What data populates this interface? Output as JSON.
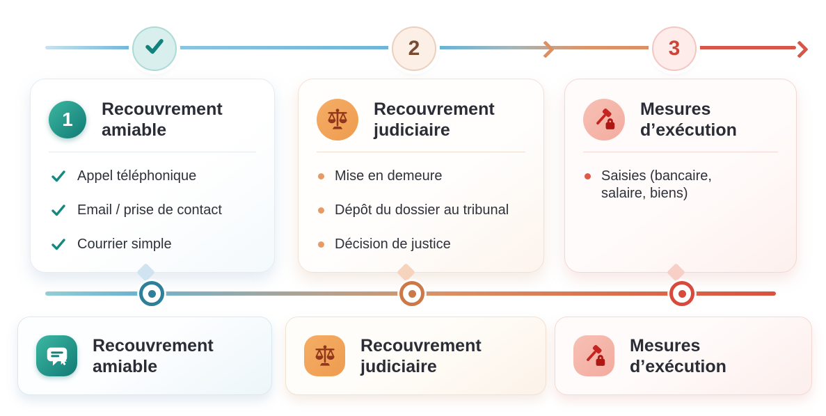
{
  "timeline_top": {
    "step1": "check",
    "step2": "2",
    "step3": "3"
  },
  "cards": [
    {
      "number": "1",
      "title": "Recouvrement amiable",
      "items": [
        "Appel téléphonique",
        "Email / prise de contact",
        "Courrier simple"
      ]
    },
    {
      "icon": "scales-of-justice",
      "title": "Recouvrement judiciaire",
      "items": [
        "Mise en demeure",
        "Dépôt du dossier au tribunal",
        "Décision de justice"
      ]
    },
    {
      "icon": "gavel-with-lock",
      "title": "Mesures d’exécution",
      "items": [
        "Saisies (bancaire, salaire, biens)"
      ]
    }
  ],
  "bottom_cards": [
    {
      "icon": "chat-bubble",
      "title": "Recouvrement amiable"
    },
    {
      "icon": "scales-of-justice",
      "title": "Recouvrement judiciaire"
    },
    {
      "icon": "gavel-with-lock",
      "title": "Mesures d’exécution"
    }
  ],
  "colors": {
    "teal": "#15897f",
    "blue_line": "#6db6d8",
    "orange": "#ee9c4f",
    "orange_line": "#dd8f64",
    "red": "#d6564a",
    "title_text": "#2b2d36"
  }
}
